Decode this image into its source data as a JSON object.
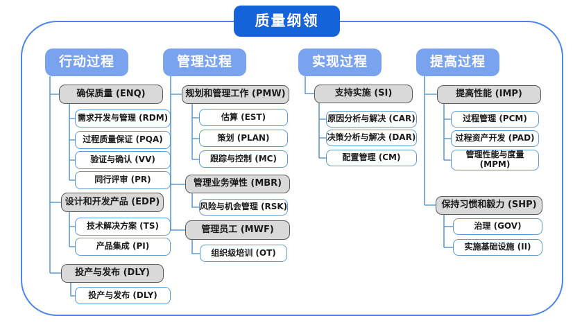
{
  "title": "质量纲领",
  "colors": {
    "title_bg": "#1463d8",
    "header_bg": "#7aa3ef",
    "gray_fill": "#d9d9d9",
    "gray_border": "#595959",
    "white_border": "#5b9bd5",
    "line": "#5b9bd5",
    "outer_border": "#4a86e8"
  },
  "columns": [
    {
      "header": "行动过程",
      "groups": [
        {
          "label": "确保质量 (ENQ)",
          "children": [
            "需求开发与管理 (RDM)",
            "过程质量保证 (PQA)",
            "验证与确认 (VV)",
            "同行评审 (PR)"
          ]
        },
        {
          "label": "设计和开发产品 (EDP)",
          "children": [
            "技术解决方案 (TS)",
            "产品集成 (PI)"
          ]
        },
        {
          "label": "投产与发布 (DLY)",
          "children": [
            "投产与发布 (DLY)"
          ]
        }
      ]
    },
    {
      "header": "管理过程",
      "groups": [
        {
          "label": "规划和管理工作 (PMW)",
          "children": [
            "估算 (EST)",
            "策划 (PLAN)",
            "跟踪与控制 (MC)"
          ]
        },
        {
          "label": "管理业务弹性 (MBR)",
          "children": [
            "风险与机会管理 (RSK)"
          ]
        },
        {
          "label": "管理员工 (MWF)",
          "children": [
            "组织级培训 (OT)"
          ]
        }
      ]
    },
    {
      "header": "实现过程",
      "groups": [
        {
          "label": "支持实施 (SI)",
          "children": [
            "原因分析与解决 (CAR)",
            "决策分析与解决 (DAR)",
            "配置管理 (CM)"
          ]
        }
      ]
    },
    {
      "header": "提高过程",
      "groups": [
        {
          "label": "提高性能 (IMP)",
          "children": [
            "过程管理 (PCM)",
            "过程资产开发 (PAD)",
            "管理性能与度量 (MPM)"
          ]
        },
        {
          "label": "保持习惯和毅力 (SHP)",
          "children": [
            "治理 (GOV)",
            "实施基础设施 (II)"
          ]
        }
      ]
    }
  ]
}
